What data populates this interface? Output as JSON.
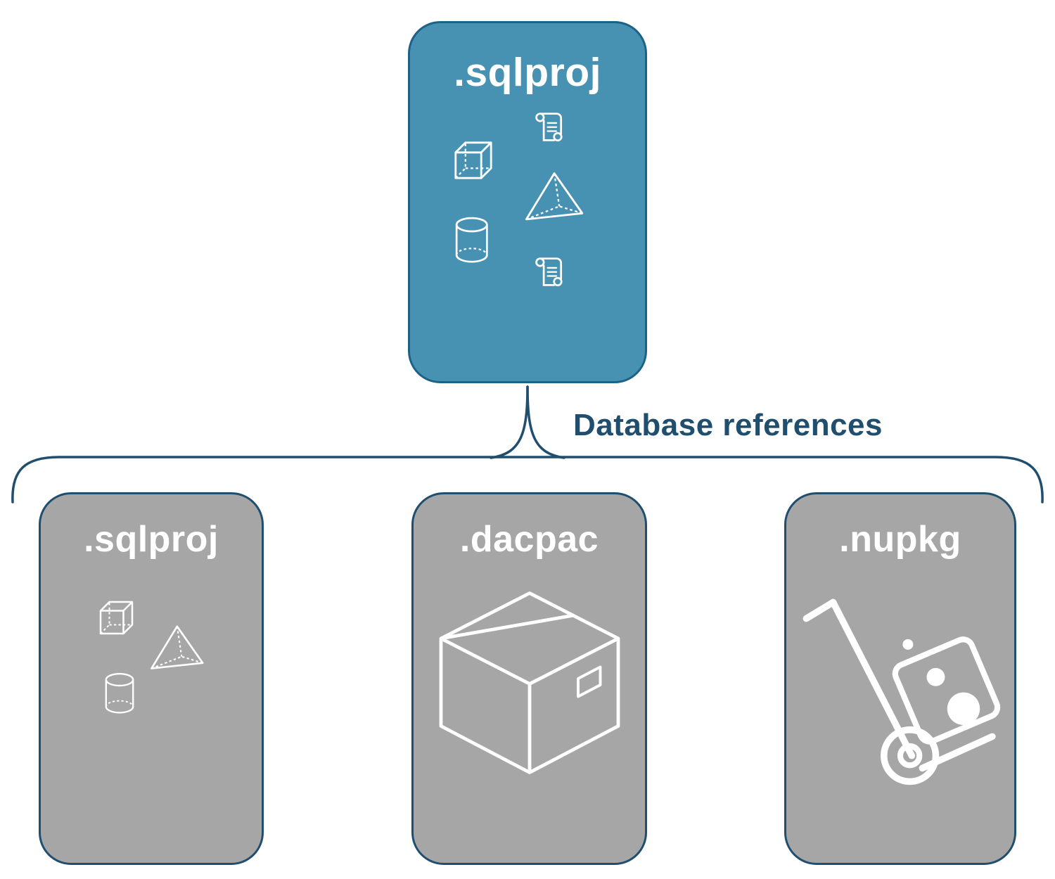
{
  "colors": {
    "background": "#ffffff",
    "top_fill": "#4792b3",
    "top_border": "#1c6287",
    "child_fill": "#a6a6a6",
    "child_border": "#1f4e6e",
    "connector_color": "#1f4e6e",
    "icon_color": "#ffffff",
    "title_color": "#ffffff"
  },
  "diagram": {
    "root": {
      "label": ".sqlproj",
      "icons": [
        "script-scroll",
        "cube",
        "pyramid",
        "database-cylinder",
        "script-scroll"
      ]
    },
    "connector_label": "Database references",
    "children": [
      {
        "label": ".sqlproj",
        "icons": [
          "cube",
          "pyramid",
          "database-cylinder"
        ]
      },
      {
        "label": ".dacpac",
        "icons": [
          "package-box"
        ]
      },
      {
        "label": ".nupkg",
        "icons": [
          "hand-truck-package"
        ]
      }
    ]
  }
}
